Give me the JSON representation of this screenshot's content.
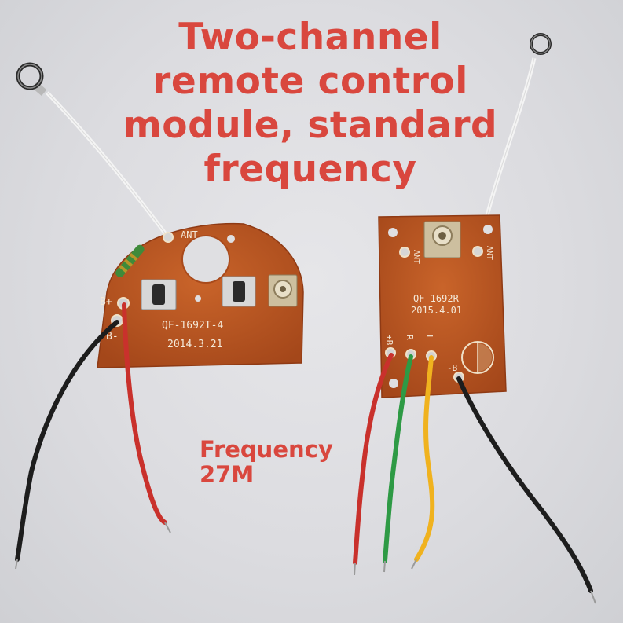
{
  "headline": {
    "line1": "Two-channel",
    "line2": "remote control",
    "line3": "module, standard",
    "line4": "frequency"
  },
  "frequency": {
    "line1": "Frequency",
    "line2": "27M"
  },
  "transmitter_board": {
    "model": "QF-1692T-4",
    "date": "2014.3.21",
    "antenna_label": "ANT",
    "pad_pos_label": "B+",
    "pad_neg_label": "B-"
  },
  "receiver_board": {
    "model": "QF-1692R",
    "date": "2015.4.01",
    "antenna_label_left": "ANT",
    "antenna_label_right": "ANT",
    "pad_labels": [
      "+B",
      "R",
      "L"
    ],
    "pad_neg_label": "-B"
  },
  "colors": {
    "headline": "#d9473e",
    "pcb": "#b8541e",
    "wire_red": "#c9312c",
    "wire_black": "#1d1d1d",
    "wire_green": "#2e9a45",
    "wire_yellow": "#f0b21e"
  }
}
